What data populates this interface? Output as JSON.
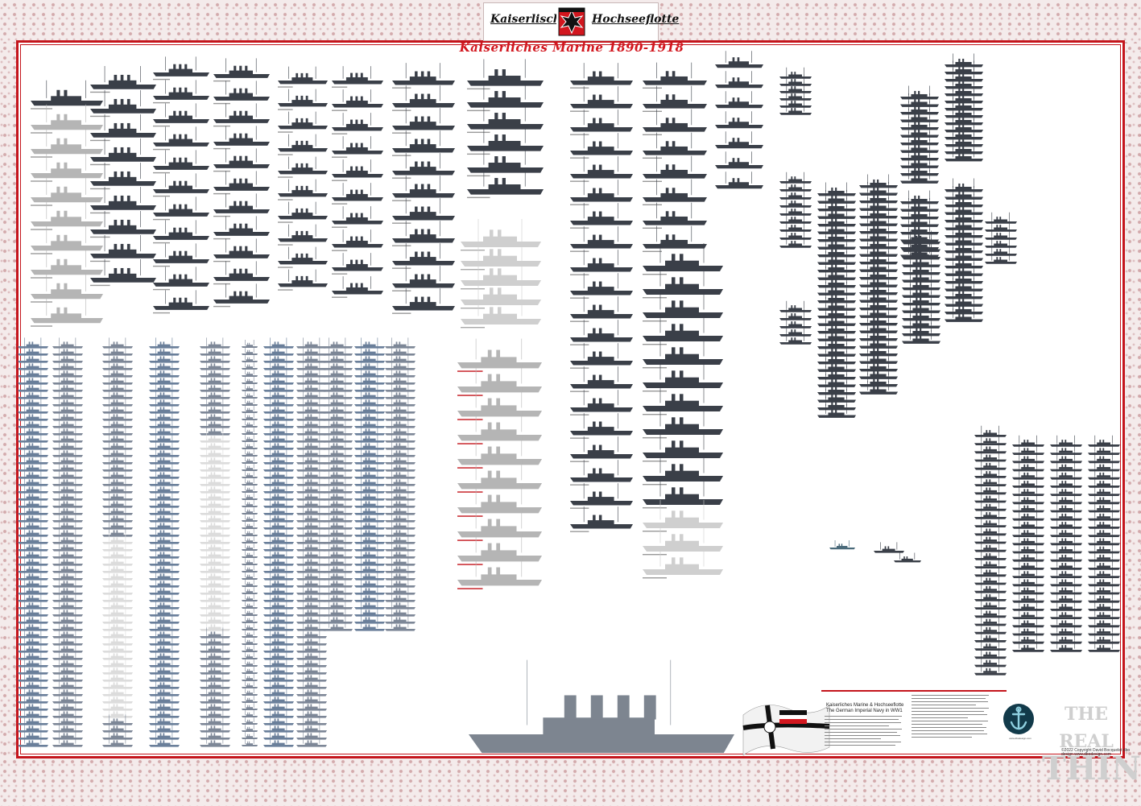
{
  "banner": {
    "left_text": "Kaiserlisches",
    "right_text": "Hochseeflotte"
  },
  "title": "Kaiserliches Marine 1890-1918",
  "info": {
    "title": "Kaiserliches Marine & Hochseeflotte The German Imperial Navy in WW1"
  },
  "logo": {
    "caption": "www.dbodesign.com"
  },
  "brand": {
    "line1": "THE REAL",
    "line2": "THING"
  },
  "copyright": "©2022 Copyright David Bocquelet dbo design www.dbodesign.com",
  "colors": {
    "accent": "#c4151c",
    "border_pattern": "#aa5a5f",
    "ship_dark": "#3a3f48",
    "ship_grey": "#b5b5b5"
  },
  "icons": [
    "iron-cross-icon",
    "war-ensign-flag-icon",
    "anchor-logo-icon"
  ]
}
